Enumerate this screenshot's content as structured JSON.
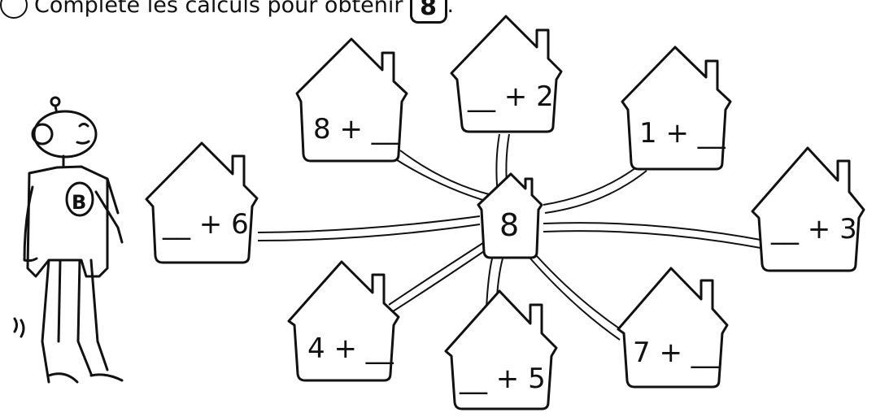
{
  "instruction": {
    "text": "Complète les calculs pour obtenir",
    "target": "8",
    "trailing": "."
  },
  "center": {
    "label": "8"
  },
  "houses": [
    {
      "label": "8 + __"
    },
    {
      "label": "__ + 2"
    },
    {
      "label": "1 + __"
    },
    {
      "label": "__ + 6"
    },
    {
      "label": "__ + 3"
    },
    {
      "label": "4 + __"
    },
    {
      "label": "__ + 5"
    },
    {
      "label": "7 + __"
    }
  ],
  "mascot": {
    "shirt_letter": "B"
  }
}
